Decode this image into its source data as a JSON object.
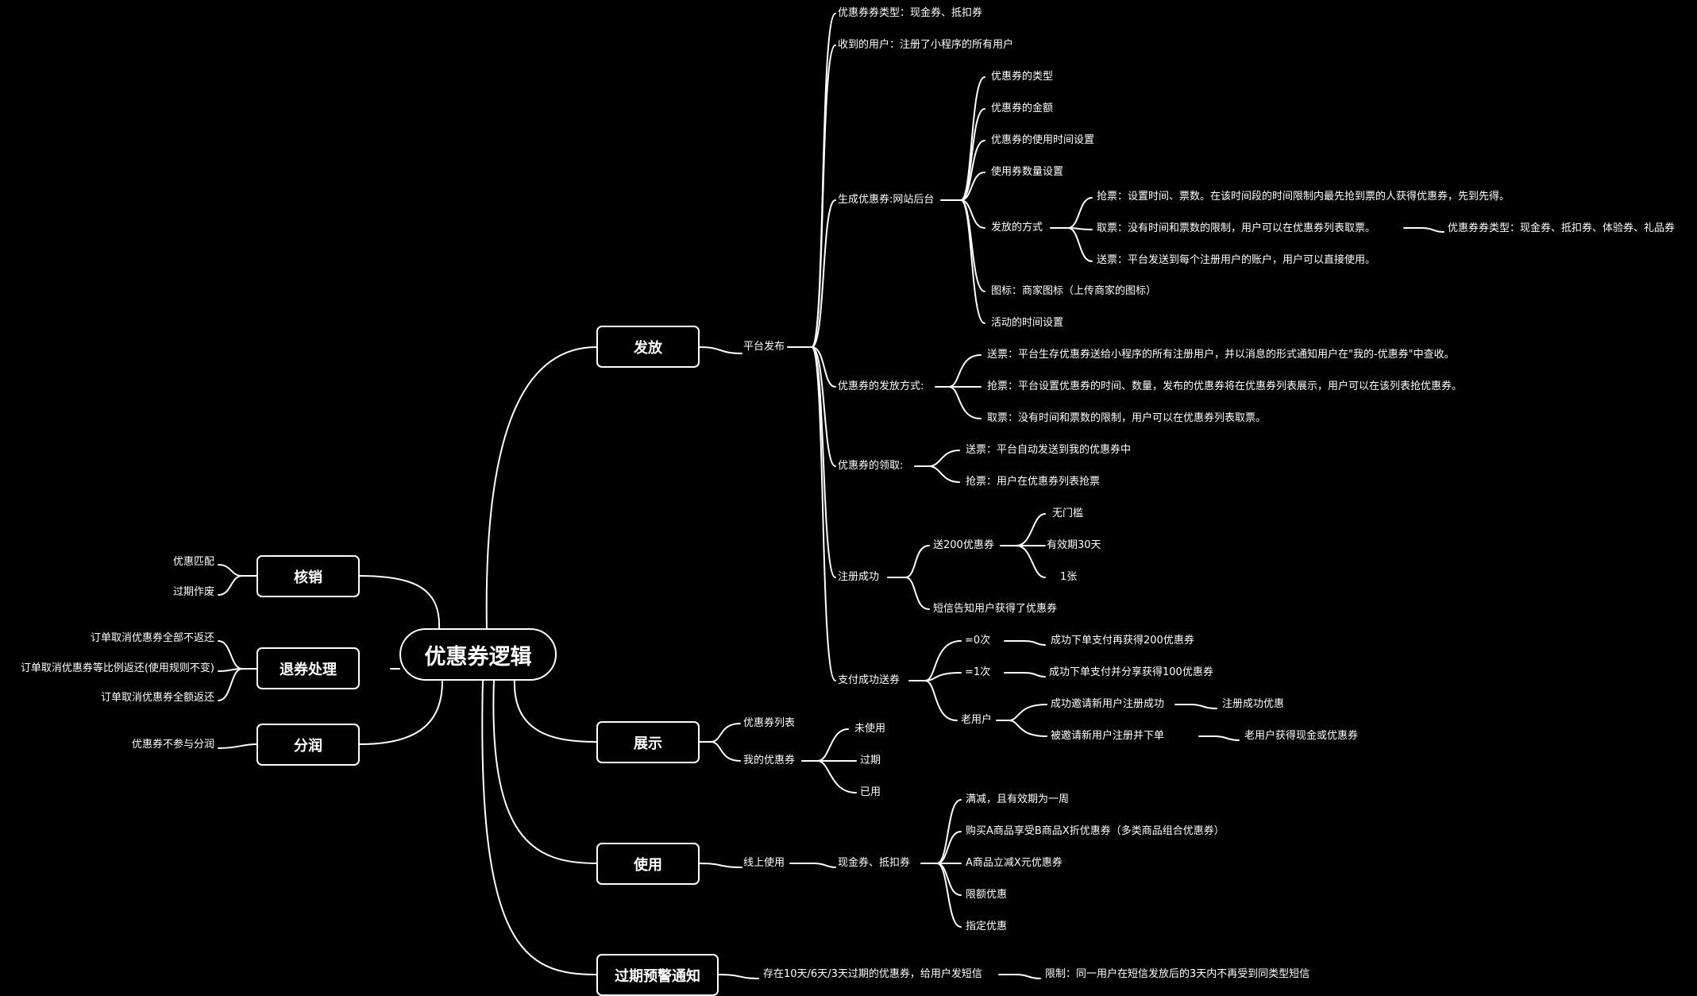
{
  "root": "优惠券逻辑",
  "left_branches": {
    "hexiao": {
      "label": "核销",
      "items": [
        "优惠匹配",
        "过期作废"
      ]
    },
    "tuiquan": {
      "label": "退券处理",
      "items": [
        "订单取消优惠券全部不返还",
        "订单取消优惠券等比例返还(使用规则不变)",
        "订单取消优惠券全额返还"
      ]
    },
    "fenrun": {
      "label": "分润",
      "items": [
        "优惠券不参与分润"
      ]
    }
  },
  "fafang": {
    "label": "发放",
    "platform": "平台发布",
    "coupon_types": "优惠券券类型：现金券、抵扣券",
    "receivers": "收到的用户：注册了小程序的所有用户",
    "generate": {
      "label": "生成优惠券:网站后台",
      "items": [
        "优惠券的类型",
        "优惠券的金额",
        "优惠券的使用时间设置",
        "使用券数量设置"
      ],
      "method": {
        "label": "发放的方式",
        "items": [
          "抢票：设置时间、票数。在该时间段的时间限制内最先抢到票的人获得优惠券，先到先得。",
          "取票：没有时间和票数的限制，用户可以在优惠券列表取票。",
          "送票：平台发送到每个注册用户的账户，用户可以直接使用。"
        ],
        "sub": "优惠券券类型：现金券、抵扣券、体验券、礼品券"
      },
      "icon": "图标：商家图标（上传商家的图标）",
      "time": "活动的时间设置"
    },
    "dist": {
      "label": "优惠券的发放方式:",
      "items": [
        "送票：平台生存优惠券送给小程序的所有注册用户，并以消息的形式通知用户在\"我的-优惠券\"中查收。",
        "抢票：平台设置优惠券的时间、数量，发布的优惠券将在优惠券列表展示，用户可以在该列表抢优惠券。",
        "取票：没有时间和票数的限制，用户可以在优惠券列表取票。"
      ]
    },
    "claim": {
      "label": "优惠券的领取:",
      "items": [
        "送票：平台自动发送到我的优惠券中",
        "抢票：用户在优惠券列表抢票"
      ]
    },
    "register": {
      "label": "注册成功",
      "gift": "送200优惠券",
      "gift_items": [
        "无门槛",
        "有效期30天",
        "1张"
      ],
      "sms": "短信告知用户获得了优惠券"
    },
    "pay": {
      "label": "支付成功送券",
      "zero": "=0次",
      "zero_item": "成功下单支付再获得200优惠券",
      "one": "=1次",
      "one_item": "成功下单支付并分享获得100优惠券",
      "old": "老用户",
      "invite": "成功邀请新用户注册成功",
      "invite_item": "注册成功优惠",
      "invited": "被邀请新用户注册并下单",
      "invited_item": "老用户获得现金或优惠券"
    }
  },
  "zhanshi": {
    "label": "展示",
    "list": "优惠券列表",
    "mine": "我的优惠券",
    "mine_items": [
      "未使用",
      "过期",
      "已用"
    ]
  },
  "shiyong": {
    "label": "使用",
    "online": "线上使用",
    "cash": "现金券、抵扣券",
    "cash_items": [
      "满减，且有效期为一周",
      "购买A商品享受B商品X折优惠券（多类商品组合优惠券）",
      "A商品立减X元优惠券",
      "限额优惠",
      "指定优惠"
    ]
  },
  "guoqi": {
    "label": "过期预警通知",
    "notice": "存在10天/6天/3天过期的优惠券，给用户发短信",
    "limit": "限制：同一用户在短信发放后的3天内不再受到同类型短信"
  }
}
